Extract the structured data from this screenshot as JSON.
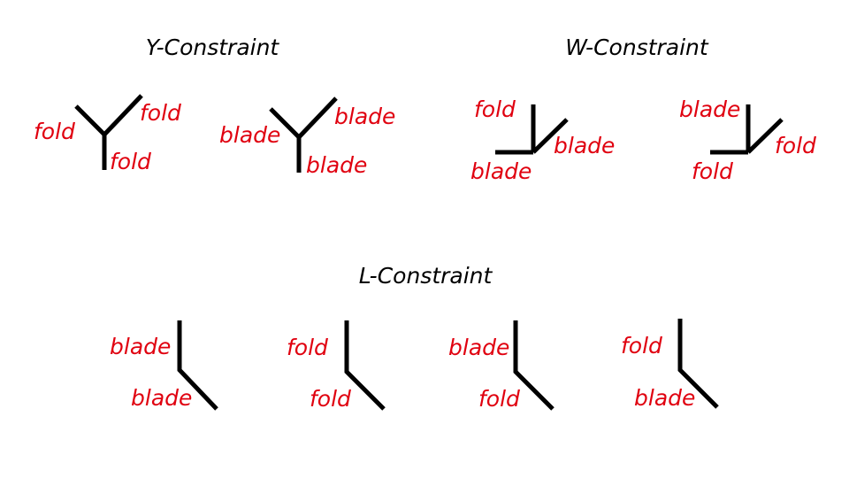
{
  "colors": {
    "label": "#e0000f",
    "heading": "#000000",
    "line": "#000000"
  },
  "sections": {
    "y": {
      "title": "Y-Constraint",
      "diagrams": [
        {
          "left": "fold",
          "right": "fold",
          "bottom": "fold"
        },
        {
          "left": "blade",
          "right": "blade",
          "bottom": "blade"
        }
      ]
    },
    "w": {
      "title": "W-Constraint",
      "diagrams": [
        {
          "top": "fold",
          "right": "blade",
          "bottom": "blade"
        },
        {
          "top": "blade",
          "right": "fold",
          "bottom": "fold"
        }
      ]
    },
    "l": {
      "title": "L-Constraint",
      "diagrams": [
        {
          "top": "blade",
          "bottom": "blade"
        },
        {
          "top": "fold",
          "bottom": "fold"
        },
        {
          "top": "blade",
          "bottom": "fold"
        },
        {
          "top": "fold",
          "bottom": "blade"
        }
      ]
    }
  }
}
